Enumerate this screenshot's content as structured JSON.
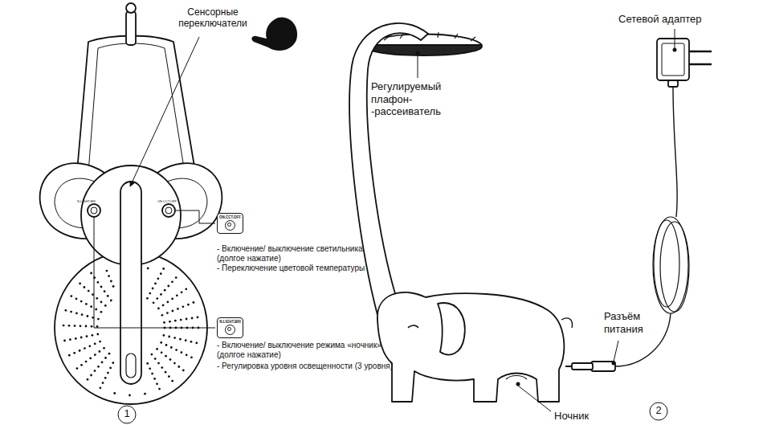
{
  "diagram": {
    "nodes": [
      {
        "text": [
          "ON.CCT.OFF"
        ]
      },
      {
        "text": [
          "N.LIGHT.BRI"
        ]
      }
    ],
    "labels": [
      "Сенсорные переключатели",
      "- Включение/ выключение светильника (долгое нажатие)",
      "- Переключение цветовой температуры",
      "- Включение/ выключение режима «ночник» (долгое нажатие)",
      "- Регулировка уровня освещенности (3 уровня)",
      "1",
      "Регулируемый плафон- -рассеиватель",
      "Сетевой адаптер",
      "Разъём питания",
      "Ночник",
      "2",
      "N.LIGHT.BRI",
      "ON.CCT.OFF"
    ]
  }
}
